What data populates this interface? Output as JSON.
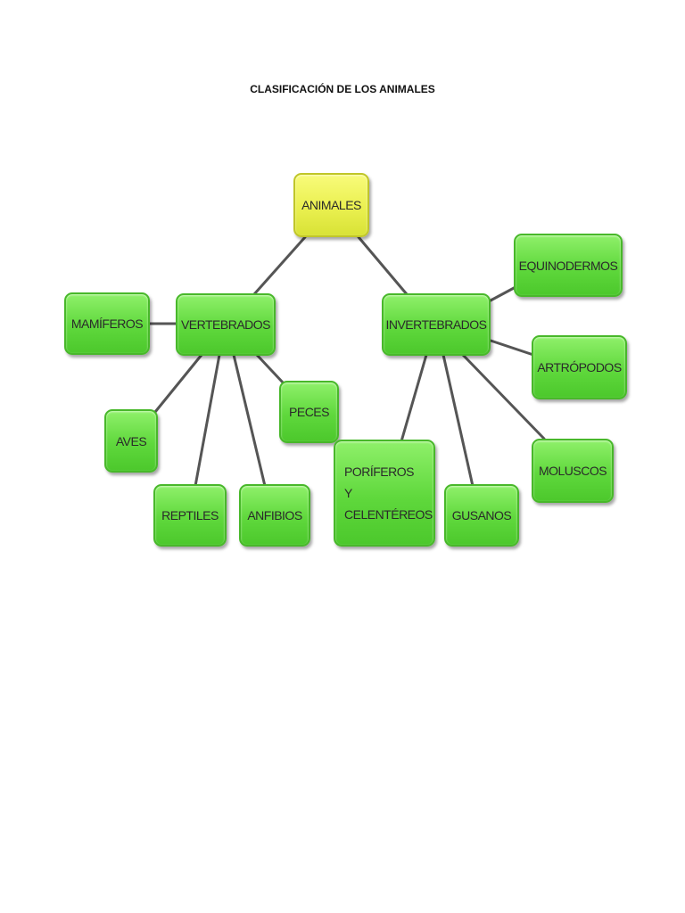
{
  "title": "CLASIFICACIÓN DE LOS ANIMALES",
  "diagram": {
    "root": "ANIMALES",
    "vertebrados": "VERTEBRADOS",
    "invertebrados": "INVERTEBRADOS",
    "mamiferos": "MAMÍFEROS",
    "aves": "AVES",
    "reptiles": "REPTILES",
    "anfibios": "ANFIBIOS",
    "peces": "PECES",
    "poriferos_lines": [
      "PORÍFEROS",
      "Y",
      "CELENTÉREOS"
    ],
    "gusanos": "GUSANOS",
    "moluscos": "MOLUSCOS",
    "artropodos": "ARTRÓPODOS",
    "equinodermos": "EQUINODERMOS"
  },
  "colors": {
    "root_fill": "#eaf050",
    "node_fill": "#5fd83c",
    "connector": "#555555"
  }
}
